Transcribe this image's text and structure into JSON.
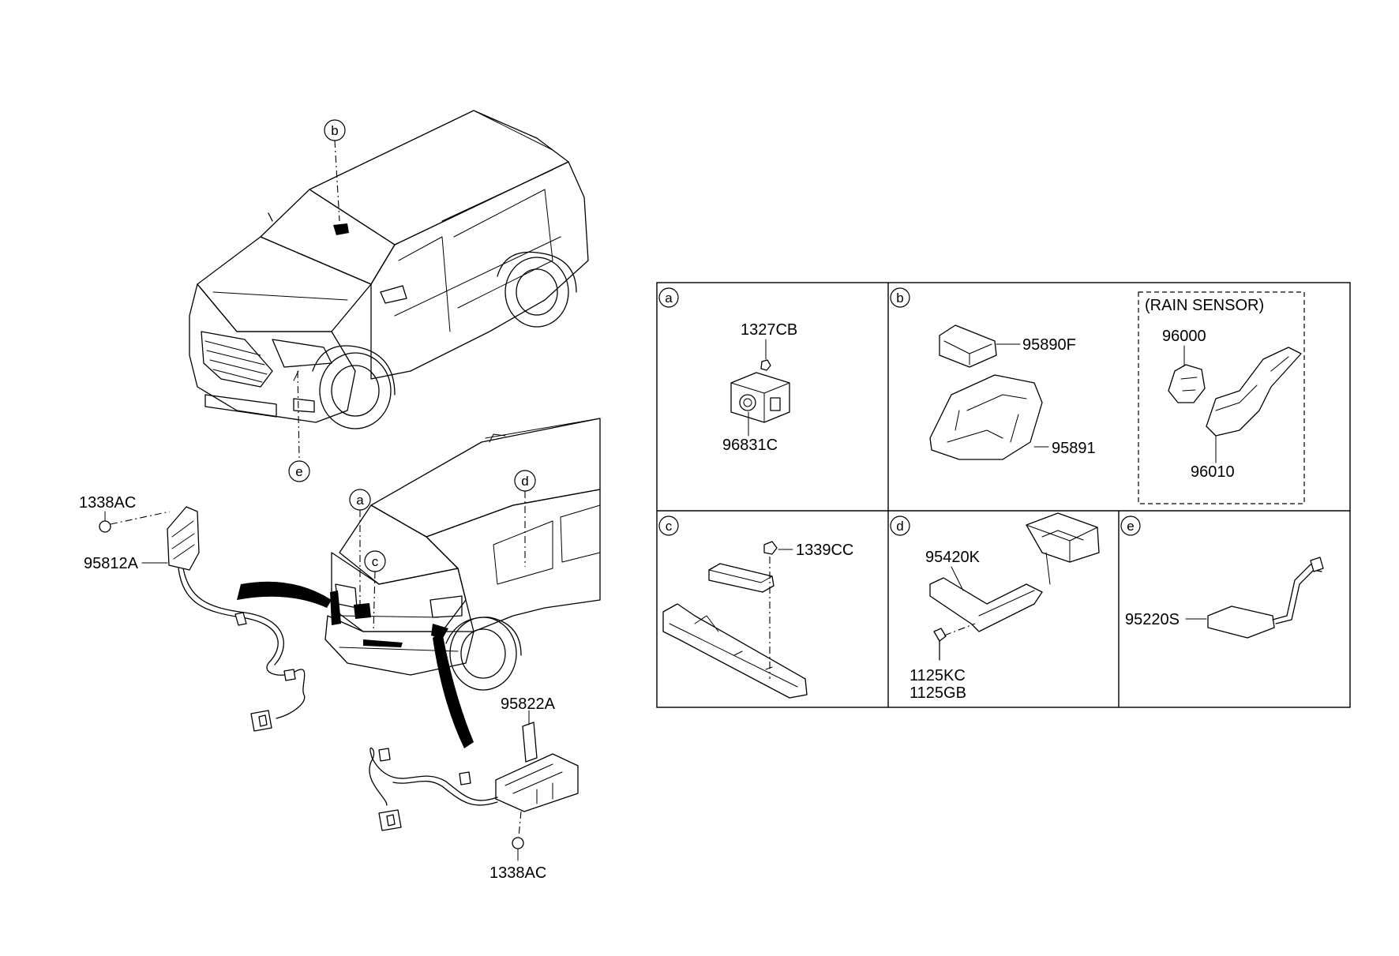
{
  "callouts": {
    "a": "a",
    "b": "b",
    "c": "c",
    "d": "d",
    "e": "e"
  },
  "parts": {
    "p1338AC_left": "1338AC",
    "p95812A": "95812A",
    "p95822A": "95822A",
    "p1338AC_bottom": "1338AC",
    "p1327CB": "1327CB",
    "p96831C": "96831C",
    "p95890F": "95890F",
    "p95891": "95891",
    "p96000": "96000",
    "p96010": "96010",
    "p1339CC": "1339CC",
    "p95420K": "95420K",
    "p1125KC": "1125KC",
    "p1125GB": "1125GB",
    "p95220S": "95220S"
  },
  "panels": {
    "rain_sensor_label": "(RAIN SENSOR)"
  },
  "colors": {
    "line": "#000000",
    "background": "#ffffff"
  }
}
